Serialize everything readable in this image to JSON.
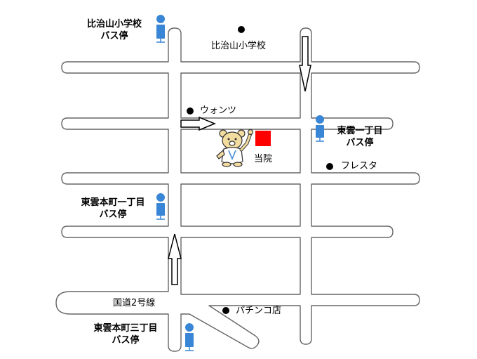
{
  "landmarks": {
    "hijiyama_school": "比治山小学校",
    "wants": "ウォンツ",
    "fresta": "フレスタ",
    "pachinko": "パチンコ店",
    "clinic": "当院",
    "route2": "国道2号線"
  },
  "bus_stops": {
    "hijiyama": {
      "line1": "比治山小学校",
      "line2": "バス停"
    },
    "shinonome_1chome": {
      "line1": "東雲一丁目",
      "line2": "バス停"
    },
    "shinonome_hon_1chome": {
      "line1": "東雲本町一丁目",
      "line2": "バス停"
    },
    "shinonome_hon_3chome": {
      "line1": "東雲本町三丁目",
      "line2": "バス停"
    }
  },
  "colors": {
    "road_outline": "#666666",
    "bus_stop": "#3a86d6",
    "clinic_marker": "#ff0000",
    "dot": "#000000",
    "arrow": "#000000"
  }
}
